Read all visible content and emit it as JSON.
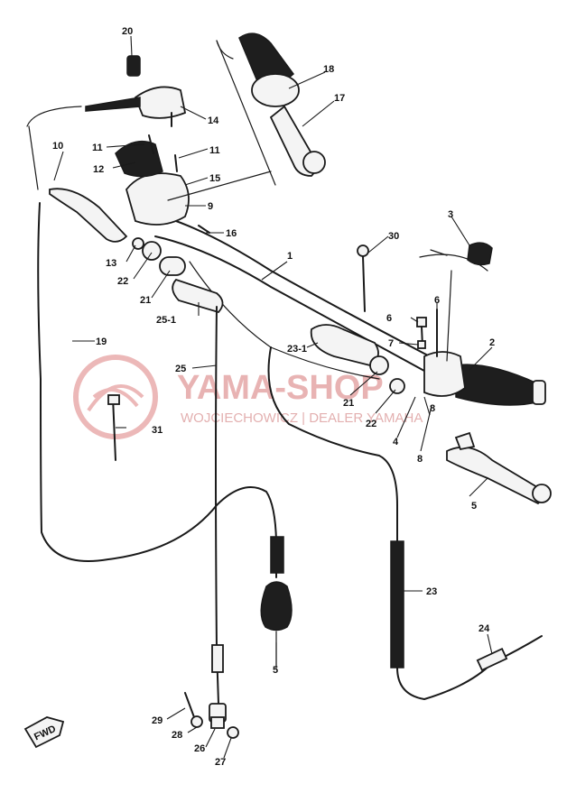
{
  "watermark": {
    "brand": "YAMA-SHOP",
    "tagline": "WOJCIECHOWICZ | DEALER YAMAHA",
    "color": "#e8a0a0"
  },
  "direction_mark": "FWD",
  "callouts": {
    "c1": "1",
    "c2": "2",
    "c3": "3",
    "c5": "5",
    "c5b": "5",
    "c6a": "6",
    "c6b": "6",
    "c7": "7",
    "c8a": "8",
    "c8b": "8",
    "c9": "9",
    "c10": "10",
    "c11a": "11",
    "c11b": "11",
    "c12": "12",
    "c13": "13",
    "c14": "14",
    "c15": "15",
    "c16": "16",
    "c17": "17",
    "c18": "18",
    "c19": "19",
    "c20": "20",
    "c21a": "21",
    "c21b": "21",
    "c22a": "22",
    "c22b": "22",
    "c23": "23",
    "c23_1": "23-1",
    "c24": "24",
    "c25_1": "25-1",
    "c25": "25",
    "c26": "26",
    "c27": "27",
    "c28": "28",
    "c29": "29",
    "c30": "30",
    "c31": "31",
    "c4": "4"
  }
}
